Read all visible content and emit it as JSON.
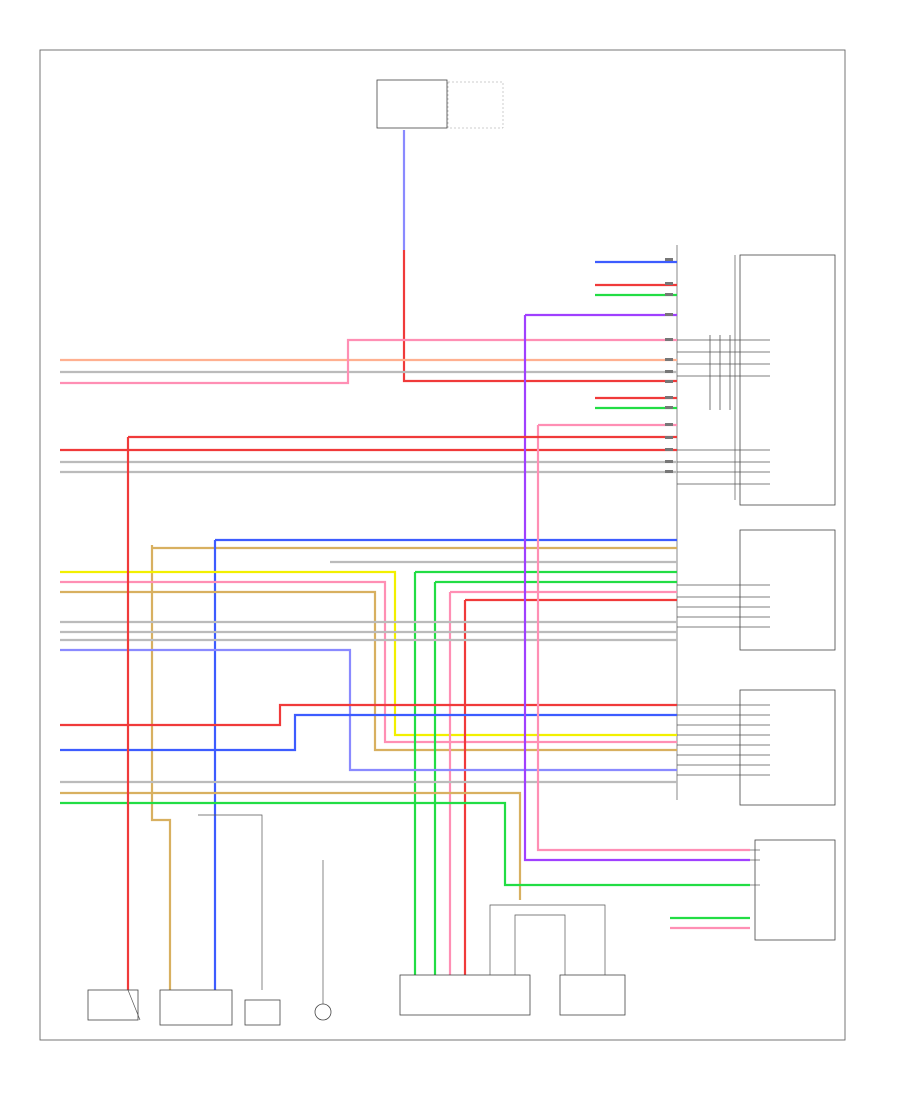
{
  "page": {
    "code": ""
  },
  "colors": {
    "red": "#f03a3a",
    "pink": "#ff8fb4",
    "blue": "#3d5cff",
    "green": "#22dd44",
    "yellow": "#f2f000",
    "tan": "#d8b060",
    "gray": "#9a9a9a",
    "violet": "#a040ff",
    "orange": "#ffb090"
  },
  "components": [
    {
      "id": "top-fuse",
      "name": ""
    },
    {
      "id": "right-connector-a",
      "name": ""
    },
    {
      "id": "right-connector-b",
      "name": ""
    },
    {
      "id": "right-connector-c",
      "name": ""
    },
    {
      "id": "right-module",
      "name": ""
    },
    {
      "id": "bottom-left-switch",
      "name": ""
    },
    {
      "id": "bottom-component-1",
      "name": ""
    },
    {
      "id": "bottom-component-2",
      "name": ""
    },
    {
      "id": "bottom-ground-1",
      "name": ""
    },
    {
      "id": "bottom-module-1",
      "name": ""
    },
    {
      "id": "bottom-module-2",
      "name": ""
    }
  ],
  "wires": [
    {
      "id": "w-top-blue",
      "color": "blue"
    },
    {
      "id": "w-top-red",
      "color": "red"
    },
    {
      "id": "w-left-orange",
      "color": "orange"
    },
    {
      "id": "w-left-gray-1",
      "color": "gray"
    },
    {
      "id": "w-left-pink-1",
      "color": "pink"
    },
    {
      "id": "w-left-red-2",
      "color": "red"
    },
    {
      "id": "w-left-gray-2",
      "color": "gray"
    },
    {
      "id": "w-left-gray-3",
      "color": "gray"
    },
    {
      "id": "w-left-yellow",
      "color": "yellow"
    },
    {
      "id": "w-left-pink-3",
      "color": "pink"
    },
    {
      "id": "w-left-tan-3",
      "color": "tan"
    },
    {
      "id": "w-left-gray-4",
      "color": "gray"
    },
    {
      "id": "w-left-gray-5",
      "color": "gray"
    },
    {
      "id": "w-left-gray-6",
      "color": "gray"
    },
    {
      "id": "w-left-blue-4",
      "color": "blue"
    },
    {
      "id": "w-left-red-5",
      "color": "red"
    },
    {
      "id": "w-left-blue-5",
      "color": "blue"
    },
    {
      "id": "w-left-gray-7",
      "color": "gray"
    },
    {
      "id": "w-left-brown",
      "color": "tan"
    },
    {
      "id": "w-left-green",
      "color": "green"
    },
    {
      "id": "w-vert-violet",
      "color": "violet"
    },
    {
      "id": "w-vert-pink",
      "color": "pink"
    },
    {
      "id": "w-vert-red-left",
      "color": "red"
    },
    {
      "id": "w-vert-tan-left",
      "color": "tan"
    },
    {
      "id": "w-vert-blue-mid",
      "color": "blue"
    },
    {
      "id": "w-vert-green-mid",
      "color": "green"
    },
    {
      "id": "w-vert-pink-mid",
      "color": "pink"
    }
  ]
}
